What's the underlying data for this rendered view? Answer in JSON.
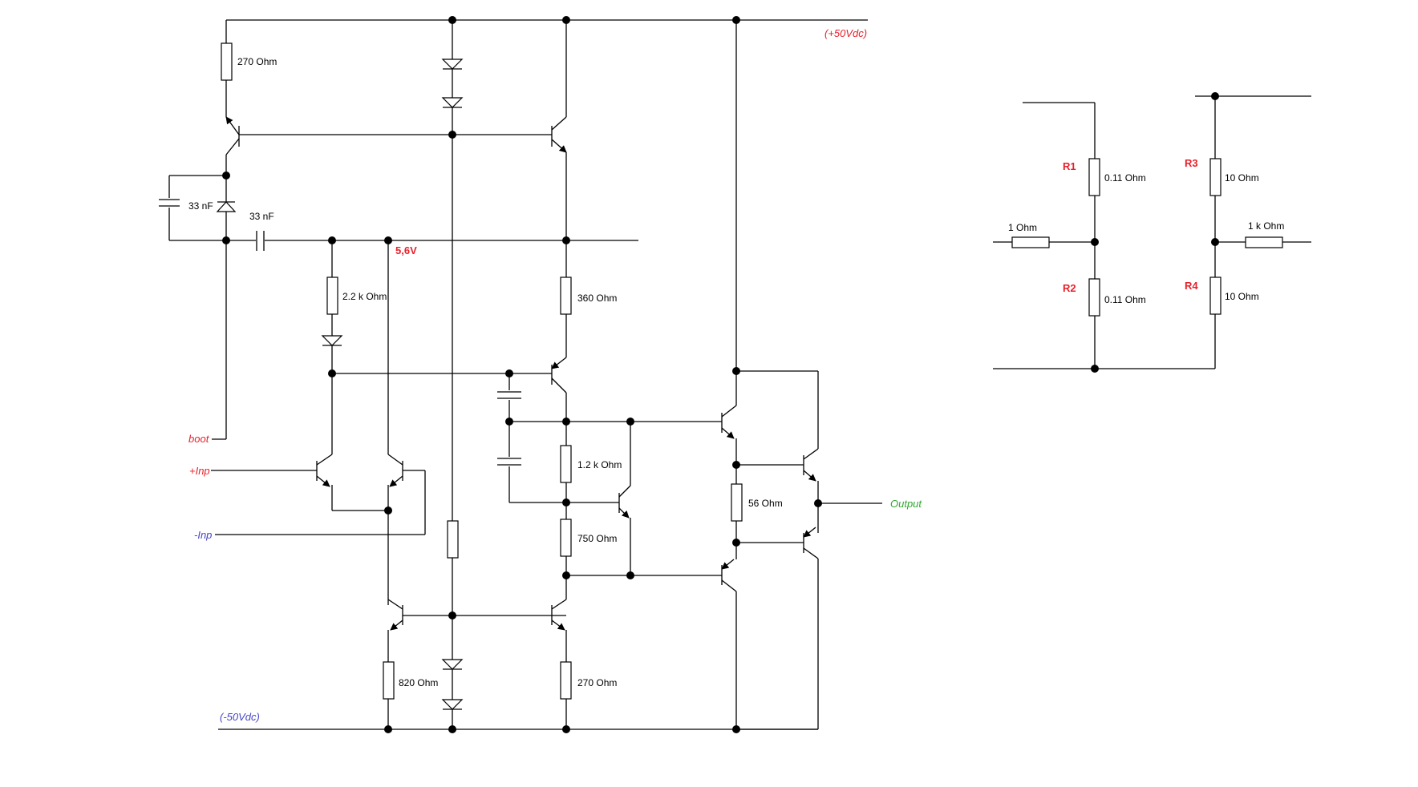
{
  "rails": {
    "positive": "(+50Vdc)",
    "negative": "(-50Vdc)"
  },
  "terminals": {
    "boot": "boot",
    "plus_inp": "+Inp",
    "minus_inp": "-Inp",
    "output": "Output"
  },
  "annotations": {
    "ref_voltage": "5,6V"
  },
  "components": {
    "r_top_270": "270  Ohm",
    "c_boot_33": "33 nF",
    "c_couple_33": "33 nF",
    "r_2k2": "2.2 k Ohm",
    "r_360": "360  Ohm",
    "r_1k2": "1.2 k Ohm",
    "r_750": "750  Ohm",
    "r_56": "56  Ohm",
    "r_820": "820  Ohm",
    "r_270_bottom": "270  Ohm"
  },
  "detail": {
    "r1_name": "R1",
    "r1_value": "0.11  Ohm",
    "r2_name": "R2",
    "r2_value": "0.11  Ohm",
    "r_left_value": "1  Ohm",
    "r3_name": "R3",
    "r3_value": "10  Ohm",
    "r4_name": "R4",
    "r4_value": "10  Ohm",
    "r_right_value": "1 k Ohm"
  }
}
